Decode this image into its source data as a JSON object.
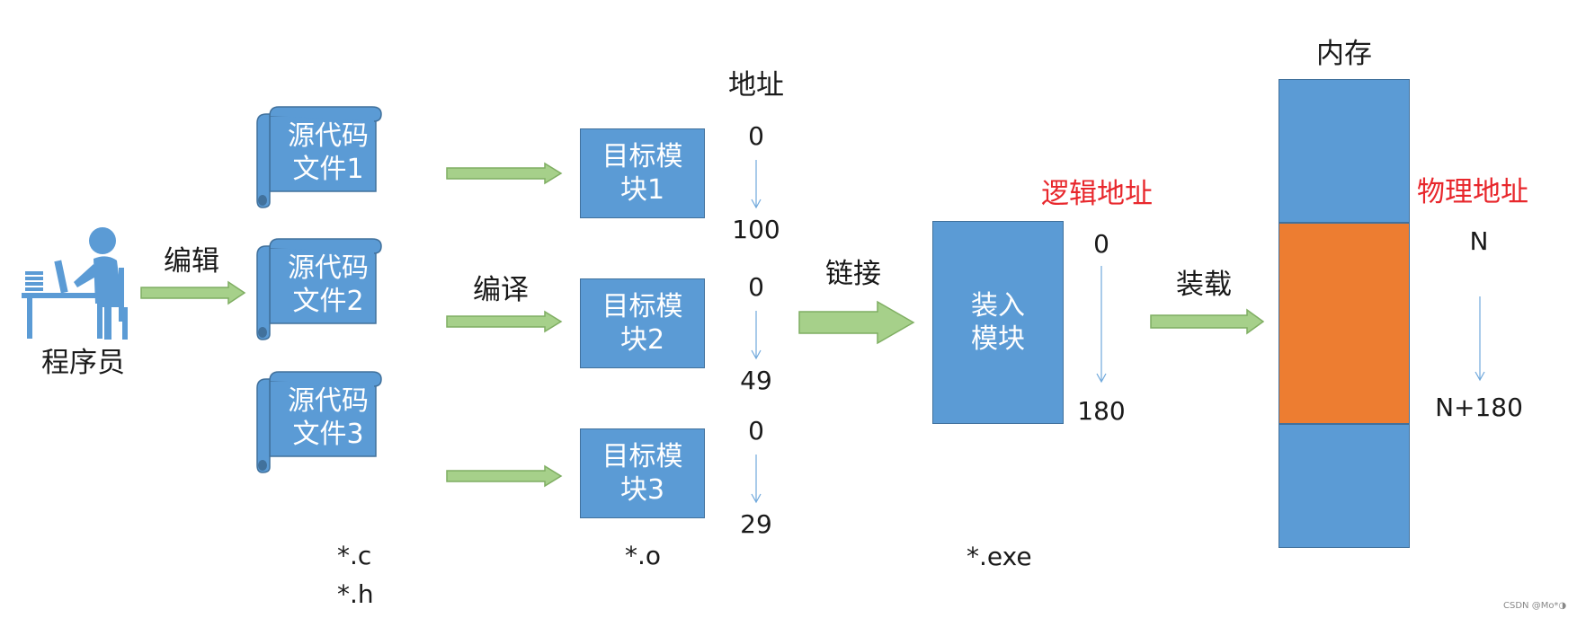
{
  "programmer": {
    "label": "程序员"
  },
  "edit": {
    "label": "编辑"
  },
  "compile": {
    "label": "编译"
  },
  "link": {
    "label": "链接"
  },
  "load": {
    "label": "装载"
  },
  "sources": [
    {
      "line1": "源代码",
      "line2": "文件1"
    },
    {
      "line1": "源代码",
      "line2": "文件2"
    },
    {
      "line1": "源代码",
      "line2": "文件3"
    }
  ],
  "objects": [
    {
      "line1": "目标模",
      "line2": "块1"
    },
    {
      "line1": "目标模",
      "line2": "块2"
    },
    {
      "line1": "目标模",
      "line2": "块3"
    }
  ],
  "address": {
    "header": "地址",
    "ranges": [
      {
        "start": "0",
        "end": "100"
      },
      {
        "start": "0",
        "end": "49"
      },
      {
        "start": "0",
        "end": "29"
      }
    ]
  },
  "load_module": {
    "line1": "装入",
    "line2": "模块"
  },
  "logical": {
    "label": "逻辑地址",
    "start": "0",
    "end": "180"
  },
  "memory": {
    "label": "内存"
  },
  "physical": {
    "label": "物理地址",
    "start": "N",
    "end": "N+180"
  },
  "extensions": {
    "source_c": "*.c",
    "source_h": "*.h",
    "object": "*.o",
    "exe": "*.exe"
  },
  "watermark": "CSDN @Mo*◑",
  "colors": {
    "box": "#5b9bd5",
    "arrow": "#a6d08a",
    "highlight": "#ed7d31",
    "red": "#e8272c"
  }
}
